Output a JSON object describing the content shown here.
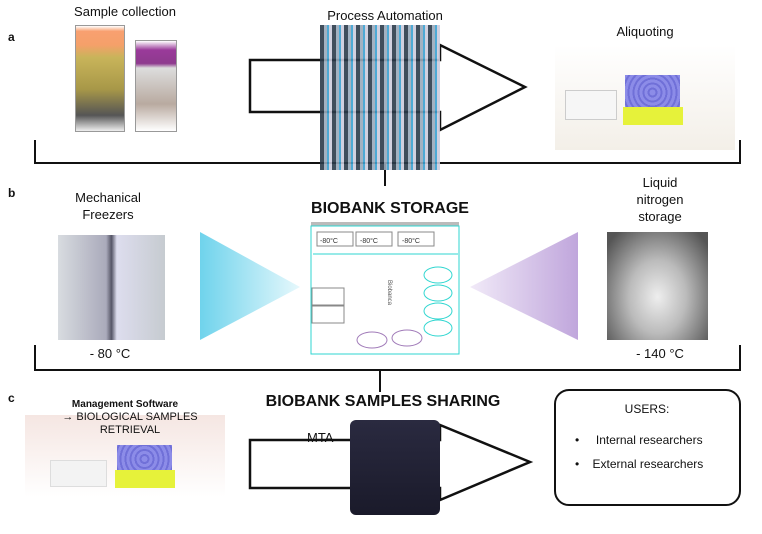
{
  "panel_a": {
    "letter": "a",
    "sample_collection": "Sample collection",
    "process_automation": "Process Automation",
    "aliquoting": "Aliquoting"
  },
  "panel_b": {
    "letter": "b",
    "mechanical_freezers": [
      "Mechanical",
      "Freezers"
    ],
    "freezer_temp": "- 80 °C",
    "title": "BIOBANK STORAGE",
    "liquid_nitrogen": [
      "Liquid",
      "nitrogen",
      "storage"
    ],
    "nitrogen_temp": "- 140 °C",
    "floorplan_labels": [
      "-80°C",
      "-80°C",
      "-80°C"
    ]
  },
  "panel_c": {
    "letter": "c",
    "software_title": "Management Software",
    "software_line1": "→ BIOLOGICAL SAMPLES",
    "software_line2": "RETRIEVAL",
    "title": "BIOBANK SAMPLES SHARING",
    "mta": "MTA",
    "users_title": "USERS:",
    "users": [
      "Internal researchers",
      "External researchers"
    ]
  },
  "colors": {
    "cyan_triangle": "#7fd8ec",
    "purple_triangle": "#c9b3e0",
    "floorplan_line": "#2fd6d0"
  }
}
